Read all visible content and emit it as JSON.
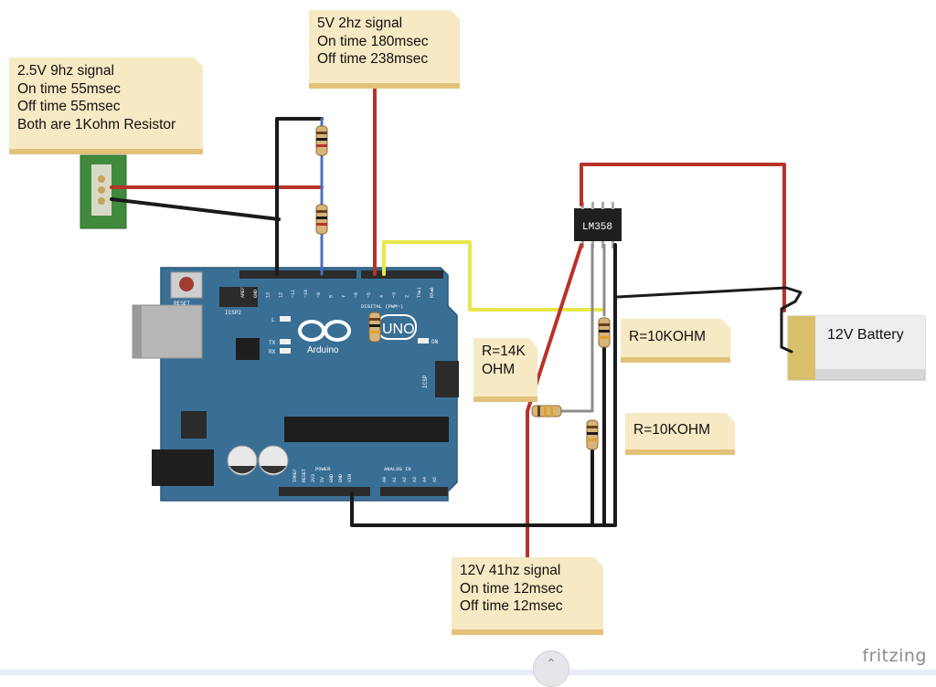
{
  "notes": {
    "signal_2_5v": [
      "2.5V 9hz signal",
      "On time 55msec",
      "Off time 55msec",
      "Both are 1Kohm Resistor"
    ],
    "signal_5v": [
      "5V 2hz signal",
      "On time 180msec",
      "Off time 238msec"
    ],
    "signal_12v": [
      "12V 41hz signal",
      "On time 12msec",
      "Off time 12msec"
    ],
    "r_14k": [
      "R=14K",
      "OHM"
    ],
    "r_10k_top": [
      "R=10KOHM"
    ],
    "r_10k_bottom": [
      "R=10KOHM"
    ]
  },
  "battery": {
    "label": "12V Battery"
  },
  "opamp": {
    "label": "LM358"
  },
  "arduino": {
    "logo_text": "Arduino",
    "model": "UNO",
    "reset_label": "RESET",
    "icsp2_label": "ICSP2",
    "icsp_label": "ICSP",
    "led_labels": [
      "L",
      "TX",
      "RX",
      "ON"
    ],
    "digital_label": "DIGITAL (PWM~)",
    "power_label": "POWER",
    "analog_label": "ANALOG IN",
    "top_pins": [
      "AREF",
      "GND",
      "13",
      "12",
      "~11",
      "~10",
      "~9",
      "8",
      "7",
      "~6",
      "~5",
      "4",
      "~3",
      "2",
      "TX▸1",
      "RX◂0"
    ],
    "power_pins": [
      "IOREF",
      "RESET",
      "3V3",
      "5V",
      "GND",
      "GND",
      "VIN"
    ],
    "analog_pins": [
      "A0",
      "A1",
      "A2",
      "A3",
      "A4",
      "A5"
    ]
  },
  "brand": "fritzing",
  "colors": {
    "board": "#3a6f95",
    "wire_red": "#b8322a",
    "wire_black": "#1a1a1a",
    "wire_yellow": "#e8e84a",
    "wire_gray": "#8e8e8e",
    "note_bg": "#f6e9c4",
    "note_bar": "#e2c27a"
  }
}
